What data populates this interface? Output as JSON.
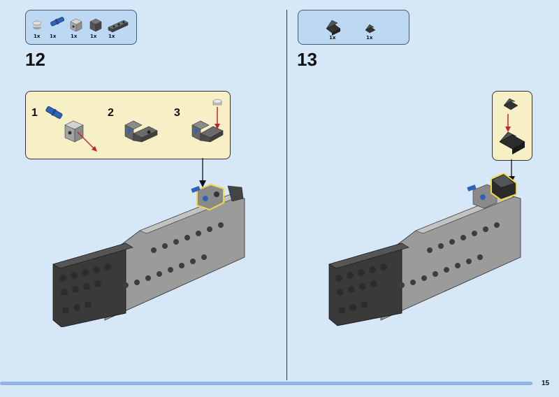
{
  "page_number": "15",
  "steps": [
    {
      "number": "12",
      "parts": [
        {
          "qty": "1x",
          "icon": "round-plate-light-gray-icon"
        },
        {
          "qty": "1x",
          "icon": "blue-pin-icon"
        },
        {
          "qty": "1x",
          "icon": "gray-technic-brick-icon"
        },
        {
          "qty": "1x",
          "icon": "dark-gray-brick-icon"
        },
        {
          "qty": "1x",
          "icon": "dark-gray-bracket-icon"
        }
      ],
      "substeps": [
        "1",
        "2",
        "3"
      ]
    },
    {
      "number": "13",
      "parts": [
        {
          "qty": "1x",
          "icon": "black-slope-large-icon"
        },
        {
          "qty": "1x",
          "icon": "black-slope-small-icon"
        }
      ]
    }
  ],
  "colors": {
    "background": "#d6e7f7",
    "callout": "#f7efc5",
    "highlight": "#f2d64a",
    "arrow": "#c0262b",
    "blue_pin": "#2f63b5"
  }
}
